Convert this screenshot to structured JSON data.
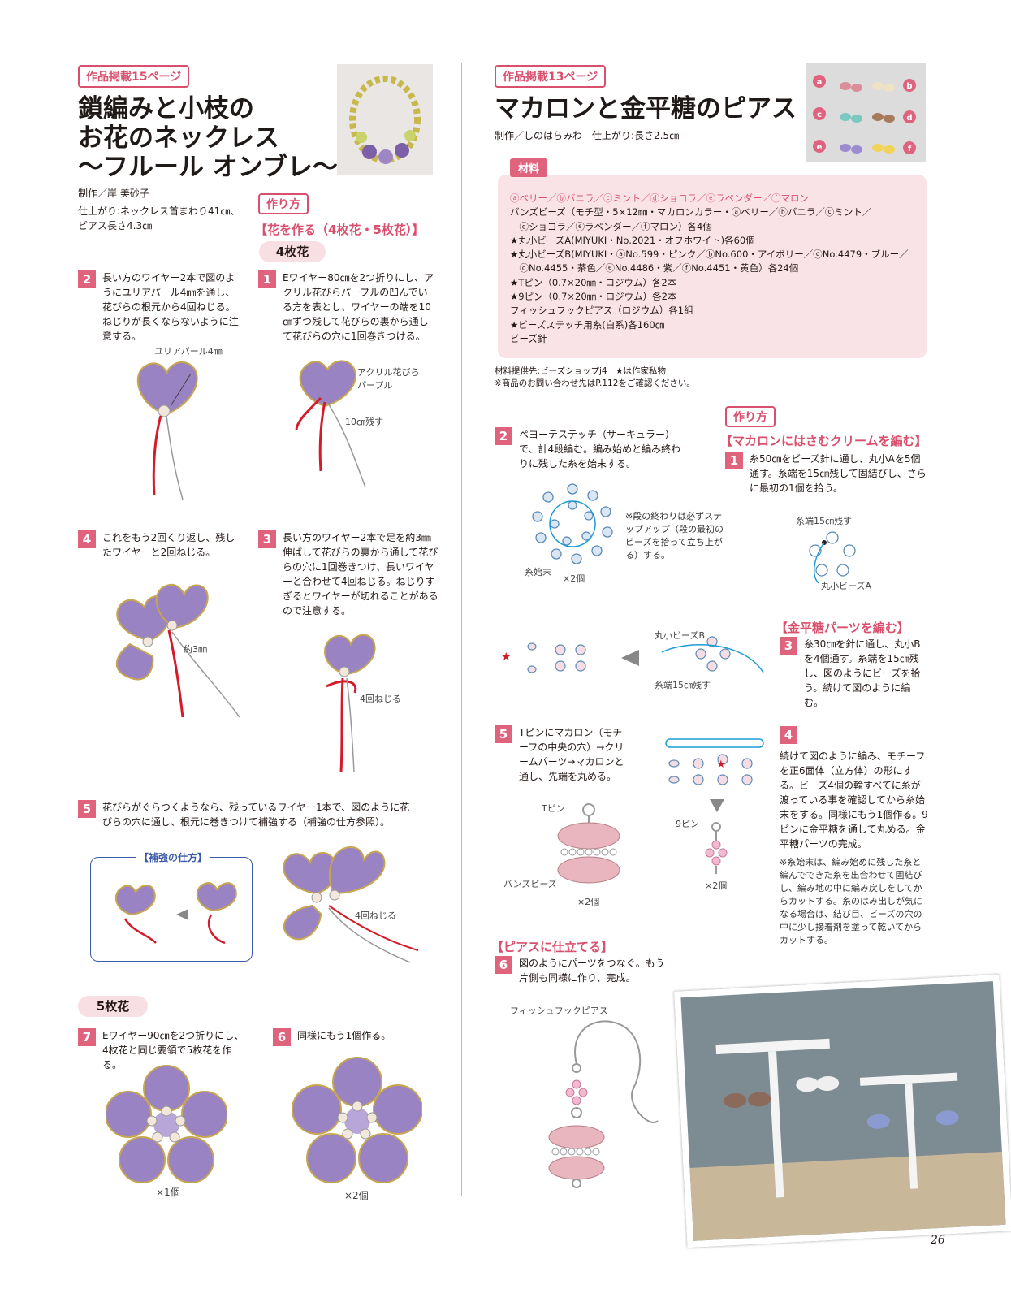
{
  "left": {
    "badge": "作品掲載15ページ",
    "title_lines": [
      "鎖編みと小枝の",
      "お花のネックレス",
      "～フルール オンブレ～"
    ],
    "author": "制作／岸 美砂子",
    "size_lines": [
      "仕上がり:ネックレス首まわり41㎝、",
      "ピアス長さ4.3㎝"
    ],
    "howto_badge": "作り方",
    "section_flower": "【花を作る（4枚花・5枚花）】",
    "pill_4": "4枚花",
    "pill_5": "5枚花",
    "step1_num": "1",
    "step1": "Eワイヤー80㎝を2つ折りにし、アクリル花びらパープルの凹んでいる方を表とし、ワイヤーの端を10㎝ずつ残して花びらの裏から通して花びらの穴に1回巻きつける。",
    "step2_num": "2",
    "step2": "長い方のワイヤー2本で図のようにユリアパール4㎜を通し、花びらの根元から4回ねじる。ねじりが長くならないように注意する。",
    "step3_num": "3",
    "step3": "長い方のワイヤー2本で足を約3㎜伸ばして花びらの裏から通して花びらの穴に1回巻きつけ、長いワイヤーと合わせて4回ねじる。ねじりすぎるとワイヤーが切れることがあるので注意する。",
    "step4_num": "4",
    "step4": "これをもう2回くり返し、残したワイヤーと2回ねじる。",
    "step5_num": "5",
    "step5": "花びらがぐらつくようなら、残っているワイヤー1本で、図のように花びらの穴に通し、根元に巻きつけて補強する（補強の仕方参照）。",
    "step6_num": "6",
    "step6": "同様にもう1個作る。",
    "step7_num": "7",
    "step7": "Eワイヤー90㎝を2つ折りにし、4枚花と同じ要領で5枚花を作る。",
    "label_pearl": "ユリアパール4㎜",
    "label_petal": "アクリル花びら\nパープル",
    "label_10cm": "10㎝残す",
    "label_3mm": "約3㎜",
    "label_twist": "4回ねじる",
    "label_twist2": "4回ねじる",
    "reinforce_title": "【補強の仕方】",
    "count_x1": "×1個",
    "count_x2": "×2個"
  },
  "right": {
    "badge": "作品掲載13ページ",
    "title": "マカロンと金平糖のピアス",
    "author_size": "制作／しのはらみわ　仕上がり:長さ2.5㎝",
    "photo_letters": [
      "a",
      "b",
      "c",
      "d",
      "e",
      "f"
    ],
    "materials_tag": "材料",
    "materials_lines": [
      "ⓐベリー／ⓑバニラ／ⓒミント／ⓓショコラ／ⓔラベンダー／ⓕマロン",
      "バンズビーズ（モチ型・5×12㎜・マカロンカラー・ⓐベリー／ⓑバニラ／ⓒミント／",
      "　ⓓショコラ／ⓔラベンダー／ⓕマロン）各4個",
      "★丸小ビーズA(MIYUKI・No.2021・オフホワイト)各60個",
      "★丸小ビーズB(MIYUKI・ⓐNo.599・ピンク／ⓑNo.600・アイボリー／ⓒNo.4479・ブルー／",
      "　ⓓNo.4455・茶色／ⓔNo.4486・紫／ⓕNo.4451・黄色）各24個",
      "★Tピン（0.7×20㎜・ロジウム）各2本",
      "★9ピン（0.7×20㎜・ロジウム）各2本",
      "フィッシュフックピアス（ロジウム）各1組",
      "★ビーズステッチ用糸(白系)各160㎝",
      "ビーズ針"
    ],
    "supplier": "材料提供先:ビーズショップj4　★は作家私物",
    "inquiry": "※商品のお問い合わせ先はP.112をご確認ください。",
    "howto_badge": "作り方",
    "section_cream": "【マカロンにはさむクリームを編む】",
    "step1_num": "1",
    "step1": "糸50㎝をビーズ針に通し、丸小Aを5個通す。糸端を15㎝残して固結びし、さらに最初の1個を拾う。",
    "step2_num": "2",
    "step2": "ペヨーテステッチ（サーキュラー）で、計4段編む。編み始めと編み終わりに残した糸を始末する。",
    "note_stepup": "※段の終わりは必ずステップアップ（段の最初のビーズを拾って立ち上がる）する。",
    "label_thread_end": "糸始末",
    "label_x2": "×2個",
    "label_tail15": "糸端15㎝残す",
    "label_beadA": "丸小ビーズA",
    "section_konpeito": "【金平糖パーツを編む】",
    "step3_num": "3",
    "step3": "糸30㎝を針に通し、丸小Bを4個通す。糸端を15㎝残し、図のようにビーズを拾う。続けて図のように編む。",
    "label_beadB": "丸小ビーズB",
    "label_tail15b": "糸端15㎝残す",
    "step4_num": "4",
    "step4": "続けて図のように編み、モチーフを正6面体（立方体）の形にする。ビーズ4個の輪すべてに糸が渡っている事を確認してから糸始末をする。同様にもう1個作る。9ピンに金平糖を通して丸める。金平糖パーツの完成。",
    "note4": "※糸始末は、編み始めに残した糸と編んでできた糸を出合わせて固結びし、編み地の中に編み戻しをしてからカットする。糸のはみ出しが気になる場合は、結び目、ビーズの穴の中に少し接着剤を塗って乾いてからカットする。",
    "step5_num": "5",
    "step5": "Tピンにマカロン（モチーフの中央の穴）→クリームパーツ→マカロンと通し、先端を丸める。",
    "label_tpin": "Tピン",
    "label_buns": "バンズビーズ",
    "label_9pin": "9ピン",
    "label_x2b": "×2個",
    "label_x2c": "×2個",
    "section_piercing": "【ピアスに仕立てる】",
    "step6_num": "6",
    "step6": "図のようにパーツをつなぐ。もう片側も同様に作り、完成。",
    "label_fishhook": "フィッシュフックピアス"
  },
  "page_number": "26"
}
